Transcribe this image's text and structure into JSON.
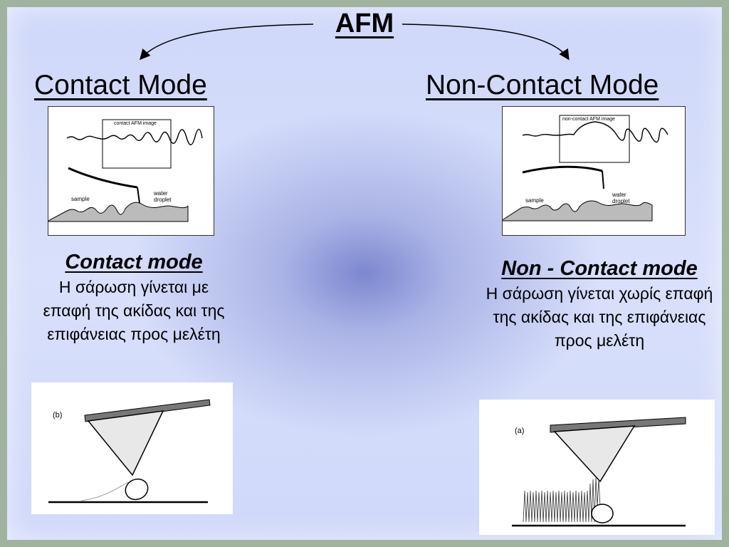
{
  "slide": {
    "title": "AFM",
    "left": {
      "heading": "Contact Mode",
      "figure_labels": {
        "image_box": "contact AFM image",
        "sample": "sample",
        "water": "water",
        "droplet": "droplet"
      },
      "desc_title": "Contact mode",
      "desc_text": "Η σάρωση γίνεται με επαφή της ακίδας και της επιφάνειας προς μελέτη",
      "tip_figure_label": "(b)"
    },
    "right": {
      "heading": "Non-Contact Mode",
      "figure_labels": {
        "image_box": "non-contact AFM image",
        "sample": "sample",
        "water": "water",
        "droplet": "droplet"
      },
      "desc_title": "Non - Contact mode",
      "desc_text": "Η σάρωση γίνεται χωρίς επαφή της ακίδας και της επιφάνειας προς μελέτη",
      "tip_figure_label": "(a)"
    }
  }
}
